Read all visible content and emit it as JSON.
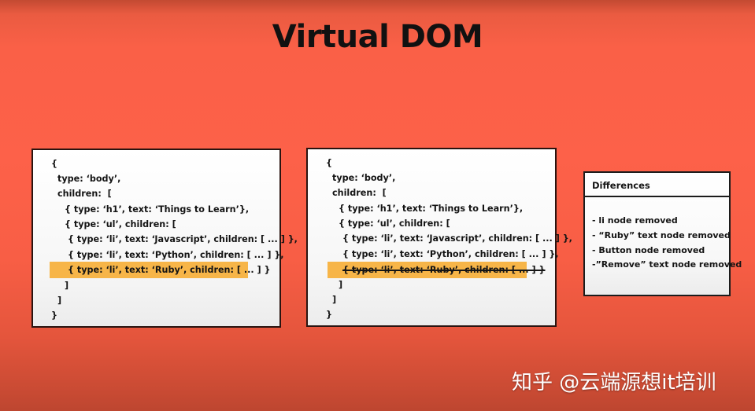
{
  "slide": {
    "title": "Virtual DOM",
    "background_color": "#fd6149",
    "highlight_color": "#f7b548"
  },
  "old_tree": {
    "lines": [
      "{",
      "type: ‘body’,",
      "children:  [",
      "{ type: ‘h1’, text: ‘Things to Learn’},",
      "{ type: ‘ul’, children: [",
      "{ type: ‘li’, text: ‘Javascript’, children: [ ... ] },",
      "{ type: ‘li’, text: ‘Python’, children: [ ... ] },",
      "{ type: ‘li’, text: ‘Ruby’, children: [ ... ] }",
      "]",
      "]",
      "}"
    ],
    "highlighted_line_index": 7
  },
  "new_tree": {
    "lines": [
      "{",
      "type: ‘body’,",
      "children:  [",
      "{ type: ‘h1’, text: ‘Things to Learn’},",
      "{ type: ‘ul’, children: [",
      "{ type: ‘li’, text: ‘Javascript’, children: [ ... ] },",
      "{ type: ‘li’, text: ‘Python’, children: [ ... ] },",
      "{ type: ‘li’, text: ‘Ruby’, children: [ ... ] }",
      "]",
      "]",
      "}"
    ],
    "struck_line_index": 7
  },
  "differences": {
    "header": "Differences",
    "items": [
      "- li node removed",
      "- “Ruby” text node removed",
      "- Button node removed",
      "-”Remove” text node removed"
    ]
  },
  "watermark": "知乎 @云端源想it培训"
}
